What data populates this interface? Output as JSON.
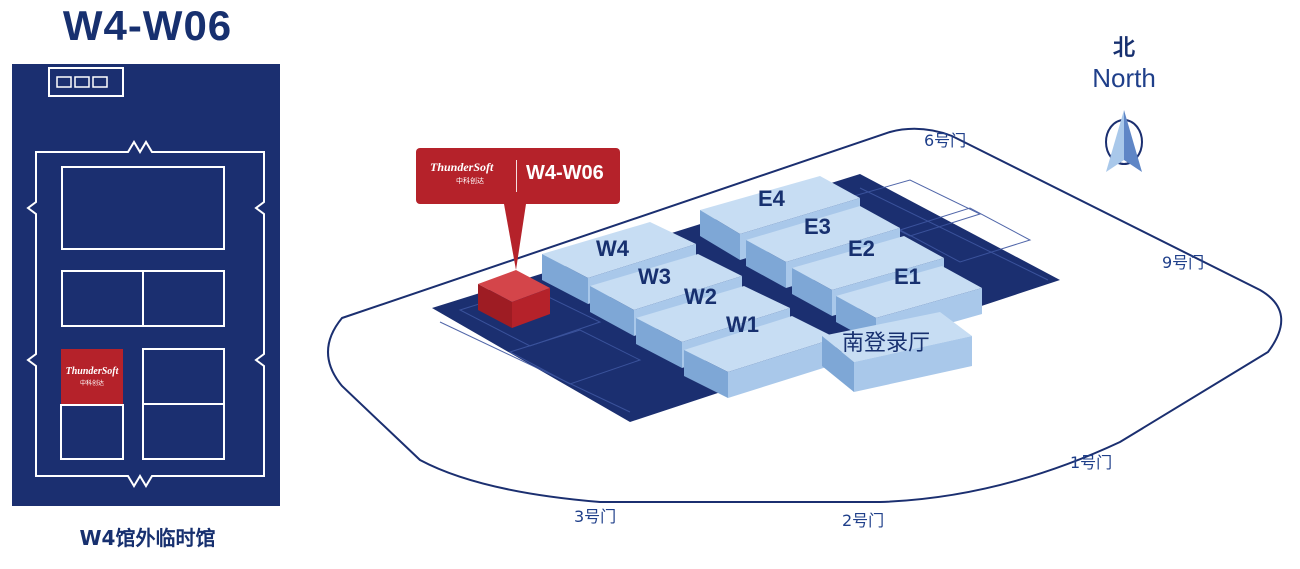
{
  "booth_title": "W4-W06",
  "floorplan_caption": "W4馆外临时馆",
  "brand": {
    "logo_text": "ThunderSoft",
    "logo_subtext": "中科创达",
    "color": "#b5222a"
  },
  "callout": {
    "booth_code": "W4-W06"
  },
  "compass": {
    "label_cn": "北",
    "label_en": "North"
  },
  "halls": [
    "W4",
    "W3",
    "W2",
    "W1",
    "E4",
    "E3",
    "E2",
    "E1"
  ],
  "lobby": "南登录厅",
  "gates": [
    "6号门",
    "9号门",
    "1号门",
    "2号门",
    "3号门"
  ],
  "colors": {
    "navy": "#1b2f70",
    "hall_light": "#a9c8ea",
    "accent": "#b5222a",
    "text": "#17306f"
  }
}
